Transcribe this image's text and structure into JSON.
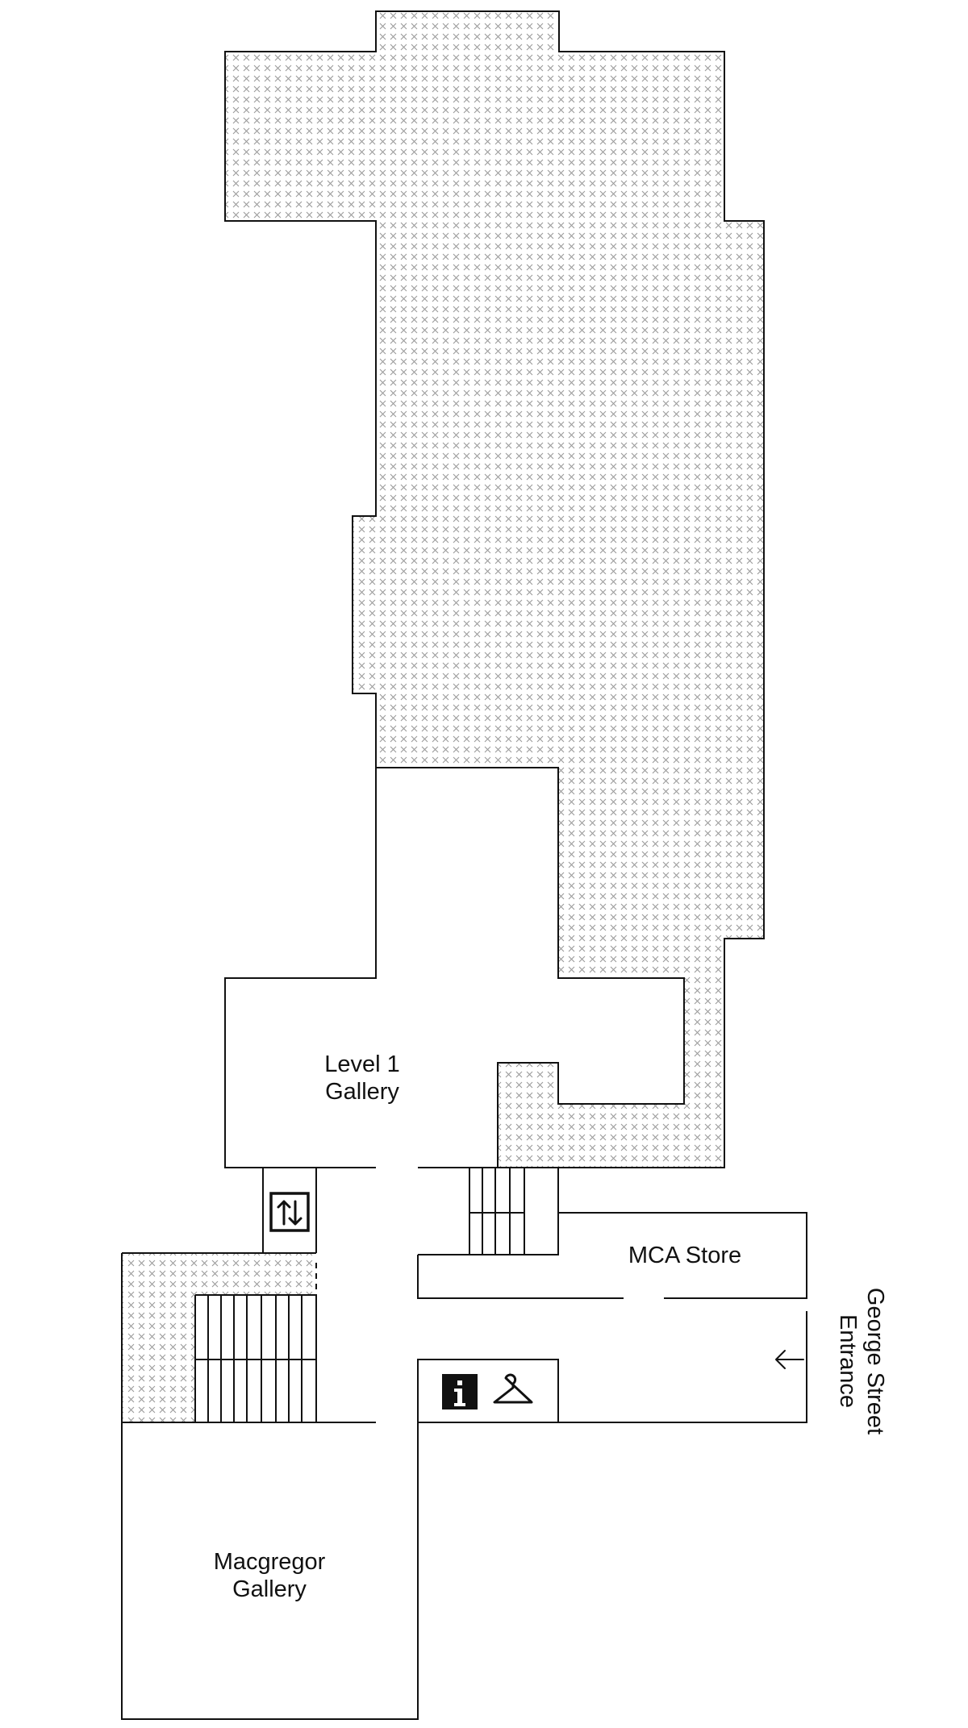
{
  "map": {
    "rooms": {
      "level1_gallery": {
        "line1": "Level 1",
        "line2": "Gallery"
      },
      "macgregor_gallery": {
        "line1": "Macgregor",
        "line2": "Gallery"
      },
      "mca_store": {
        "label": "MCA Store"
      }
    },
    "entrance": {
      "line1": "George Street",
      "line2": "Entrance"
    },
    "icons": [
      "lift-icon",
      "info-icon",
      "cloakroom-icon",
      "entrance-arrow-icon"
    ],
    "colors": {
      "line": "#111111",
      "hatch": "#9a9a9a",
      "info_fill": "#111111",
      "background": "#ffffff"
    }
  }
}
